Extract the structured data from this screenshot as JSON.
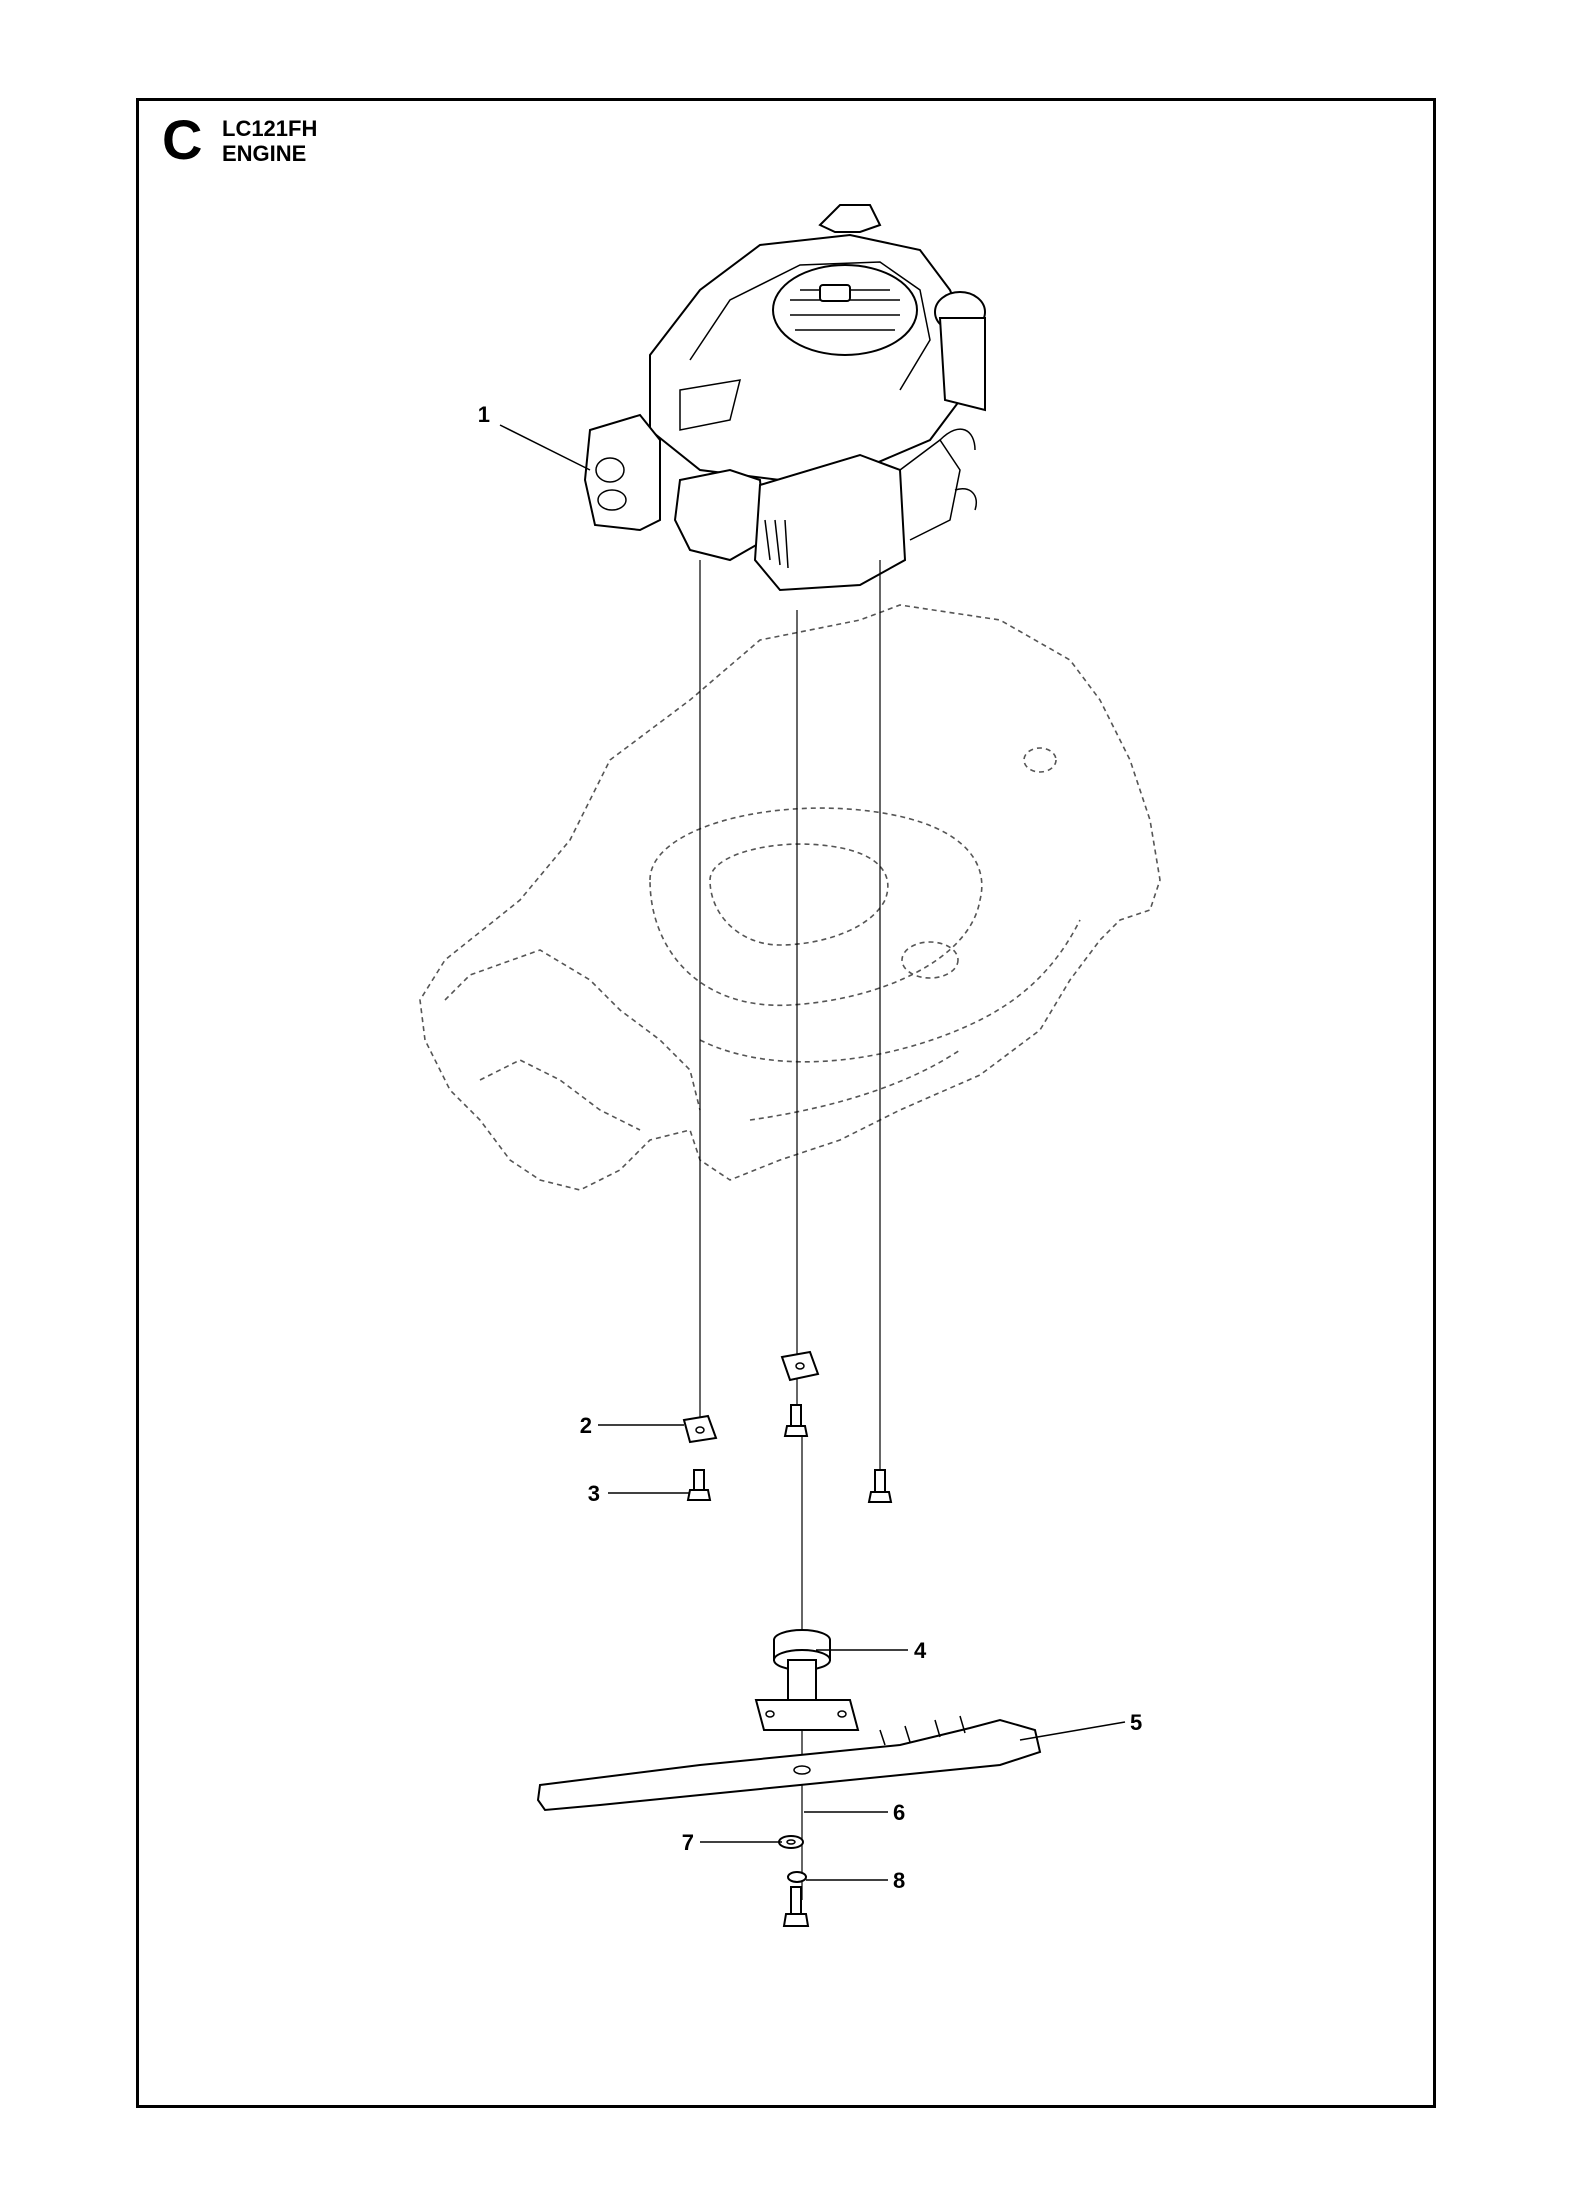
{
  "header": {
    "section_letter": "C",
    "model": "LC121FH",
    "subtitle": "ENGINE"
  },
  "callouts": [
    {
      "id": "1",
      "label": "1"
    },
    {
      "id": "2",
      "label": "2"
    },
    {
      "id": "3",
      "label": "3"
    },
    {
      "id": "4",
      "label": "4"
    },
    {
      "id": "5",
      "label": "5"
    },
    {
      "id": "6",
      "label": "6"
    },
    {
      "id": "7",
      "label": "7"
    },
    {
      "id": "8",
      "label": "8"
    }
  ]
}
